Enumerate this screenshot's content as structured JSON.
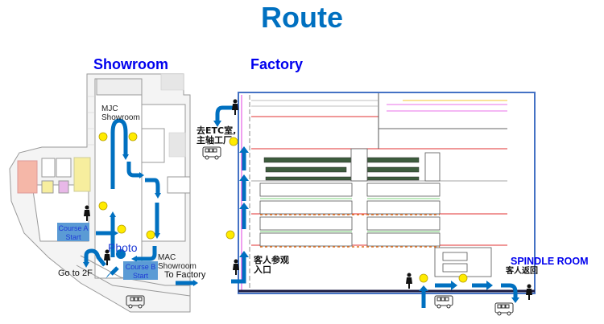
{
  "title": "Route",
  "colors": {
    "title": "#0070c0",
    "section": "#0000ee",
    "arrow": "#0070c0",
    "marker": "#ffeb00",
    "course_box": "#5b9bd5",
    "frame": "#4472c4"
  },
  "showroom": {
    "heading": "Showroom",
    "labels": {
      "mjc": "MJC Showroom",
      "mac": "MAC Showroom",
      "photo": "Photo",
      "go_2f": "Go to 2F",
      "to_factory": "To Factory"
    },
    "course_a": {
      "line1": "Course A",
      "line2": "Start"
    },
    "course_b": {
      "line1": "Course B",
      "line2": "Start"
    },
    "icons": [
      "person-icon",
      "person-icon",
      "bus-icon",
      "photo-spot-icon",
      "yellow-marker-icon"
    ]
  },
  "factory": {
    "heading": "Factory",
    "labels": {
      "to_etc_line1": "去ETC室,",
      "to_etc_line2": "主轴工厂",
      "visitor_entry_line1": "客人参观",
      "visitor_entry_line2": "入口",
      "spindle_room": "SPINDLE ROOM",
      "visitor_return": "客人返回"
    },
    "icons": [
      "person-icon",
      "bus-icon",
      "yellow-marker-icon"
    ]
  }
}
